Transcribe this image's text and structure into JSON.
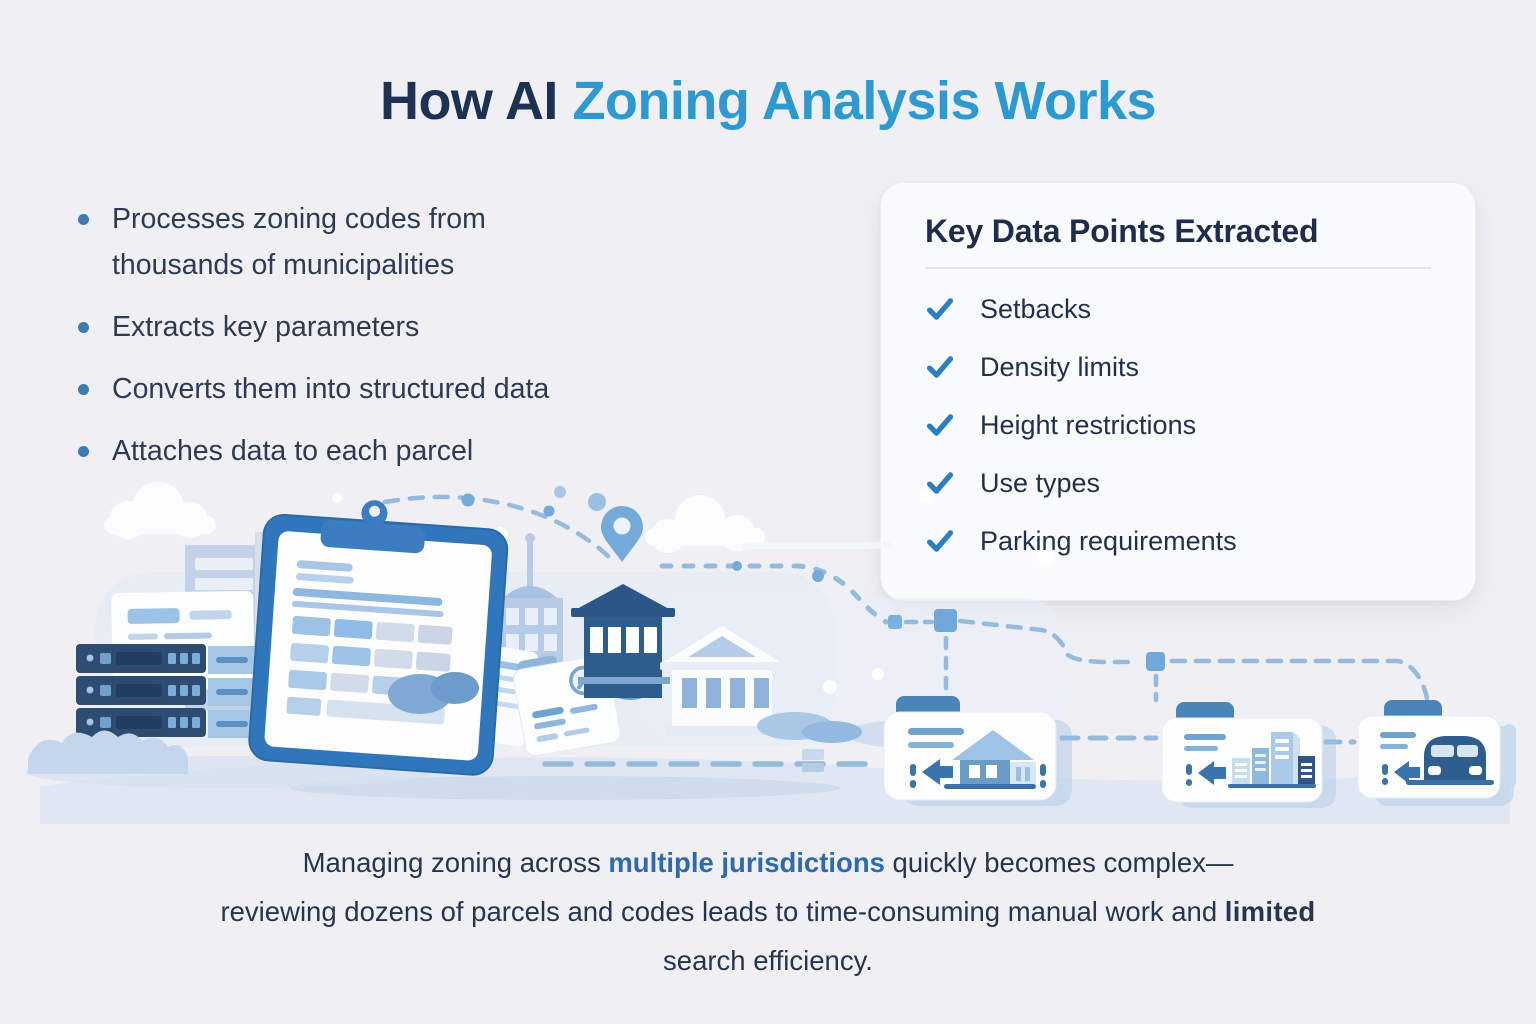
{
  "title": {
    "prefix": "How AI",
    "highlight": " Zoning Analysis Works"
  },
  "bullets": [
    "Processes zoning codes from\nthousands of municipalities",
    "Extracts key parameters",
    "Converts them into structured data",
    "Attaches data to each parcel"
  ],
  "key_points_card": {
    "heading": "Key Data Points Extracted",
    "items": [
      "Setbacks",
      "Density limits",
      "Height restrictions",
      "Use types",
      "Parking requirements"
    ]
  },
  "footer": {
    "line1_part1": "Managing zoning across ",
    "line1_highlight": "multiple jurisdictions",
    "line1_part2": " quickly becomes complex—",
    "line2_part1": "reviewing dozens of parcels and codes leads to time-consuming manual work and ",
    "line2_emphasis": "limited",
    "line3": "search efficiency."
  },
  "icons": {
    "check": "✓",
    "bullet": "•"
  },
  "colors": {
    "background": "#f0f0f4",
    "title_navy": "#1d3152",
    "title_blue": "#2c9ad1",
    "body_text": "#2e3a54",
    "bullet_dot": "#3c7ab0",
    "check_blue": "#2a7fc2",
    "footer_highlight": "#2d6bab",
    "clipboard_blue": "#2f77ba",
    "dark_building_blue": "#2e5c8d",
    "server_navy": "#2e4b72",
    "light_blue": "#a9c9e9",
    "connector_blue": "#94bbde"
  },
  "illustration": {
    "description": "City zoning scene: servers and documents feed a clipboard checklist beside municipal buildings, with dashed connectors linking map pin and three parcel cards (house, bar chart, car)",
    "icons": [
      "cloud-icon",
      "map-pin-icon",
      "dashed-connector",
      "connector-node",
      "server-stack-icon",
      "document-icon",
      "clipboard-icon",
      "pencil-note-icon",
      "city-building-icon",
      "civic-building-icon",
      "bank-building-icon",
      "house-icon",
      "bar-chart-icon",
      "car-icon",
      "arrow-left-icon"
    ]
  }
}
